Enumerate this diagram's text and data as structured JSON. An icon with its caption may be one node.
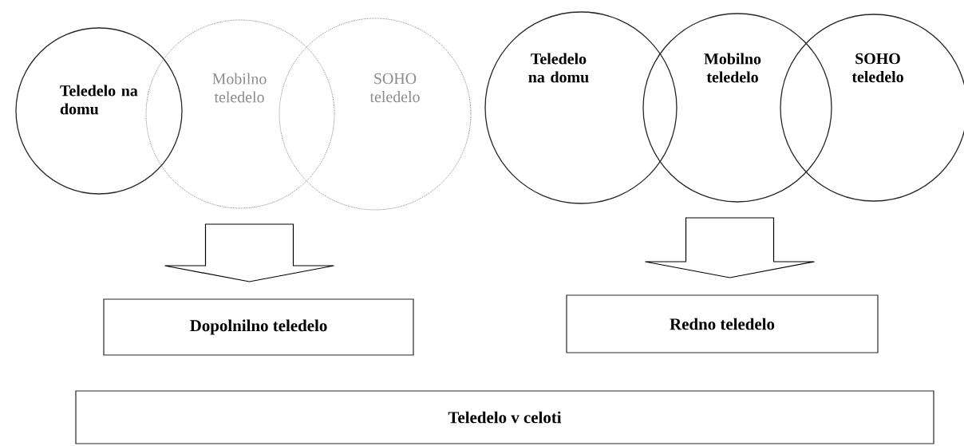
{
  "diagram": {
    "nodes": [
      {
        "text": [
          "Teledelo na domu"
        ]
      },
      {
        "text": [
          "Mobilno teledelo"
        ]
      },
      {
        "text": [
          "SOHO teledelo"
        ]
      },
      {
        "text": [
          "Teledelo na domu"
        ]
      },
      {
        "text": [
          "Mobilno teledelo"
        ]
      },
      {
        "text": [
          "SOHO teledelo"
        ]
      },
      {
        "text": [
          "Dopolnilno teledelo"
        ]
      },
      {
        "text": [
          "Redno teledelo"
        ]
      },
      {
        "text": [
          "Teledelo v celoti"
        ]
      }
    ],
    "edges": [
      {
        "from": 1,
        "to": 6,
        "arrow": "to"
      },
      {
        "from": 4,
        "to": 7,
        "arrow": "to"
      }
    ]
  }
}
